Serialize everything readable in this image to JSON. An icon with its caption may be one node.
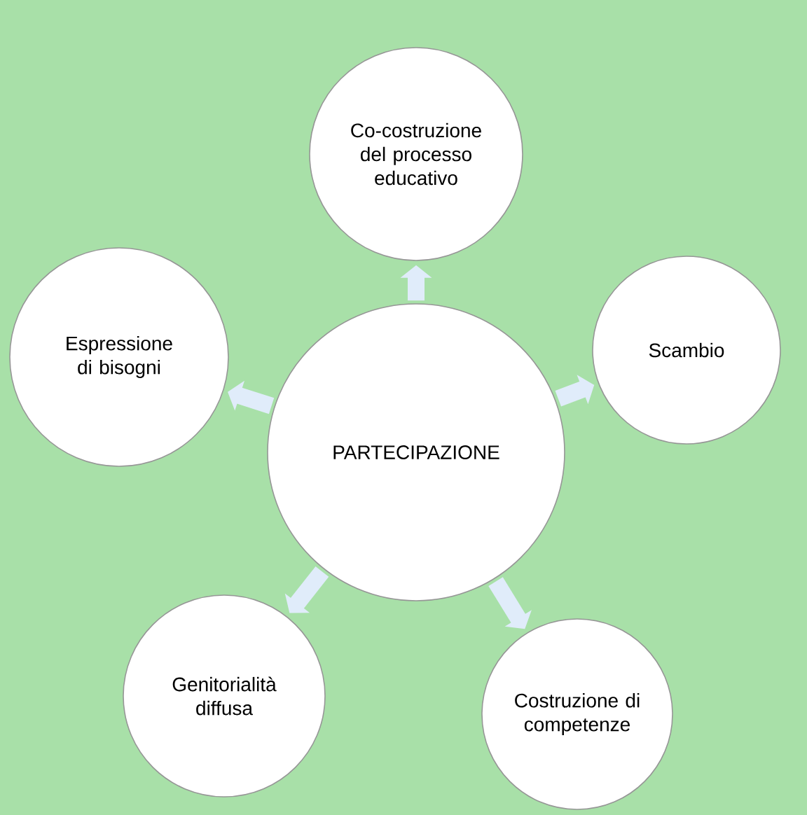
{
  "diagram": {
    "nodes": [
      {
        "text": [
          "PARTECIPAZIONE"
        ]
      },
      {
        "text": [
          "Co-costruzione del processo educativo"
        ]
      },
      {
        "text": [
          "Espressione di bisogni"
        ]
      },
      {
        "text": [
          "Scambio"
        ]
      },
      {
        "text": [
          "Genitorialità diffusa"
        ]
      },
      {
        "text": [
          "Costruzione di competenze"
        ]
      }
    ],
    "edges": [
      {
        "from": 0,
        "to": 1,
        "arrow": "to"
      },
      {
        "from": 0,
        "to": 2,
        "arrow": "to"
      },
      {
        "from": 0,
        "to": 3,
        "arrow": "to"
      },
      {
        "from": 0,
        "to": 4,
        "arrow": "to"
      },
      {
        "from": 0,
        "to": 5,
        "arrow": "to"
      }
    ]
  }
}
